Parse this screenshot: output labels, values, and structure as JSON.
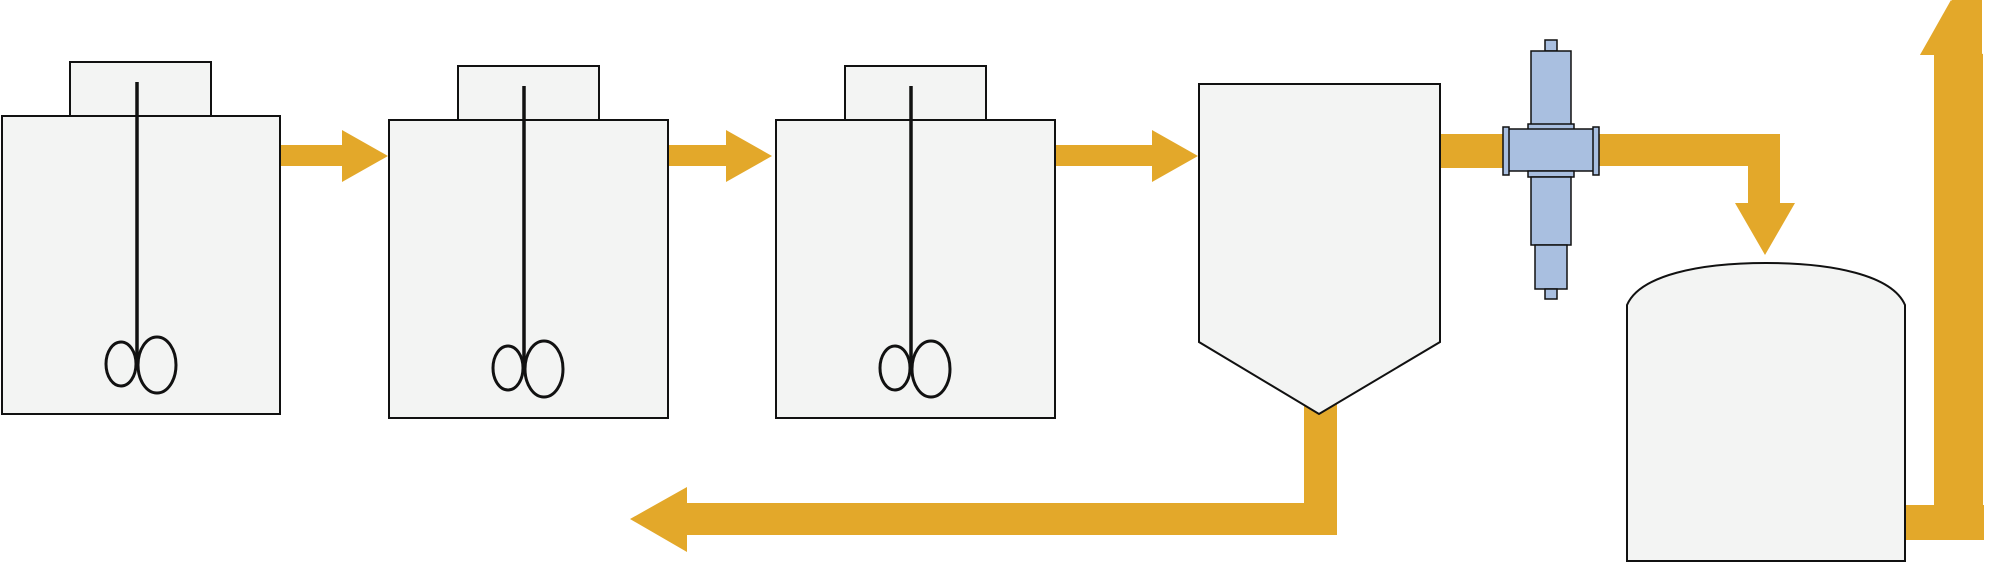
{
  "colors": {
    "background": "#ffffff",
    "flow": "#E3A82A",
    "tank_fill": "#F3F4F3",
    "outline": "#111111",
    "filter": "#A9BFE0"
  },
  "components": [
    {
      "id": "stirred-tank-1",
      "kind": "stirred-tank"
    },
    {
      "id": "stirred-tank-2",
      "kind": "stirred-tank"
    },
    {
      "id": "stirred-tank-3",
      "kind": "stirred-tank"
    },
    {
      "id": "settling-tank",
      "kind": "conical-settler"
    },
    {
      "id": "inline-filter",
      "kind": "pipe-cross-fitting"
    },
    {
      "id": "storage-tank",
      "kind": "domed-tank"
    }
  ],
  "flows": [
    {
      "from": "stirred-tank-1",
      "to": "stirred-tank-2"
    },
    {
      "from": "stirred-tank-2",
      "to": "stirred-tank-3"
    },
    {
      "from": "stirred-tank-3",
      "to": "settling-tank"
    },
    {
      "from": "settling-tank",
      "to": "inline-filter"
    },
    {
      "from": "inline-filter",
      "to": "storage-tank"
    },
    {
      "from": "settling-tank",
      "to": "outlet-left"
    },
    {
      "from": "storage-tank",
      "to": "outlet-up"
    }
  ]
}
